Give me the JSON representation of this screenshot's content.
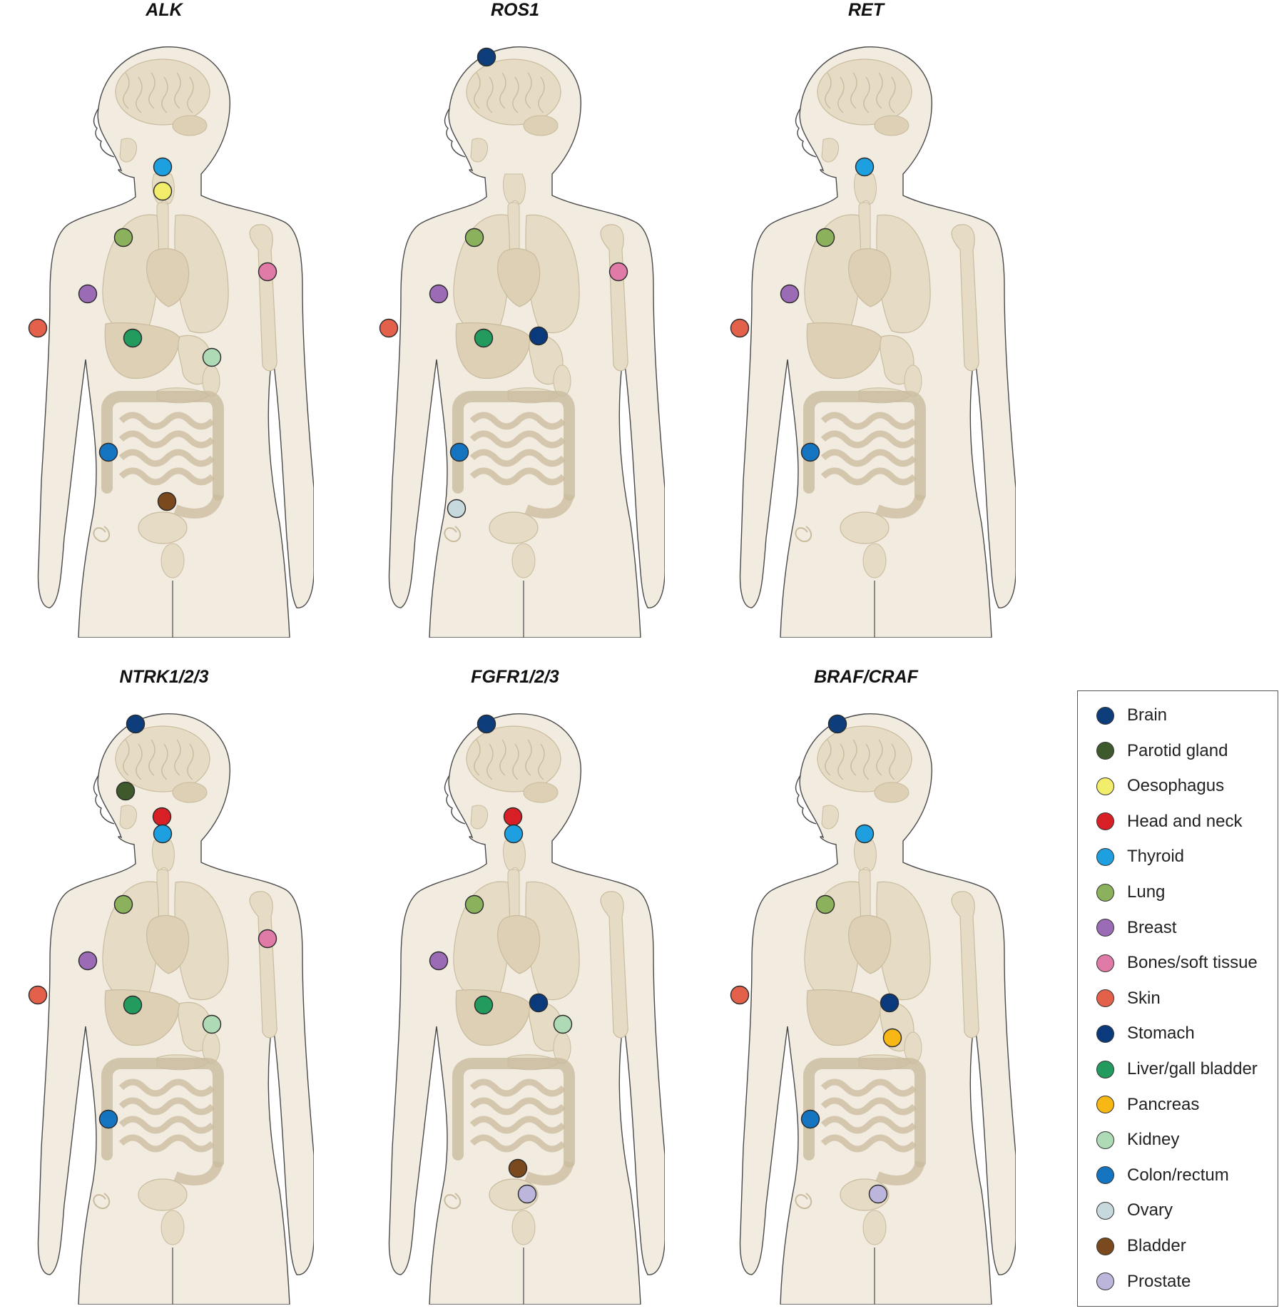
{
  "categories": [
    {
      "key": "brain",
      "label": "Brain",
      "color": "#0d3d7a"
    },
    {
      "key": "parotid",
      "label": "Parotid gland",
      "color": "#3e5a2c"
    },
    {
      "key": "oesophagus",
      "label": "Oesophagus",
      "color": "#f2ee6b"
    },
    {
      "key": "headneck",
      "label": "Head and neck",
      "color": "#d91f26"
    },
    {
      "key": "thyroid",
      "label": "Thyroid",
      "color": "#1e9fe0"
    },
    {
      "key": "lung",
      "label": "Lung",
      "color": "#8bb15c"
    },
    {
      "key": "breast",
      "label": "Breast",
      "color": "#9b6bb6"
    },
    {
      "key": "bones",
      "label": "Bones/soft tissue",
      "color": "#e07aa6"
    },
    {
      "key": "skin",
      "label": "Skin",
      "color": "#e3614a"
    },
    {
      "key": "stomach",
      "label": "Stomach",
      "color": "#0b3a7c"
    },
    {
      "key": "liver",
      "label": "Liver/gall bladder",
      "color": "#239a5e"
    },
    {
      "key": "pancreas",
      "label": "Pancreas",
      "color": "#f7b715"
    },
    {
      "key": "kidney",
      "label": "Kidney",
      "color": "#aedbb6"
    },
    {
      "key": "colon",
      "label": "Colon/rectum",
      "color": "#1574c0"
    },
    {
      "key": "ovary",
      "label": "Ovary",
      "color": "#c8d9de"
    },
    {
      "key": "bladder",
      "label": "Bladder",
      "color": "#7a4a1e"
    },
    {
      "key": "prostate",
      "label": "Prostate",
      "color": "#bcb5dc"
    }
  ],
  "panels": [
    {
      "title": "ALK",
      "sites": [
        "thyroid",
        "oesophagus",
        "lung",
        "bones",
        "breast",
        "skin",
        "liver",
        "kidney",
        "colon",
        "bladder"
      ]
    },
    {
      "title": "ROS1",
      "sites": [
        "brain",
        "lung",
        "bones",
        "breast",
        "skin",
        "liver",
        "stomach",
        "colon",
        "ovary"
      ]
    },
    {
      "title": "RET",
      "sites": [
        "thyroid",
        "lung",
        "breast",
        "skin",
        "colon"
      ]
    },
    {
      "title": "NTRK1/2/3",
      "sites": [
        "brain",
        "parotid",
        "headneck",
        "thyroid",
        "lung",
        "bones",
        "breast",
        "skin",
        "liver",
        "kidney",
        "colon"
      ]
    },
    {
      "title": "FGFR1/2/3",
      "sites": [
        "brain",
        "headneck",
        "thyroid",
        "lung",
        "breast",
        "liver",
        "stomach",
        "kidney",
        "bladder",
        "prostate"
      ]
    },
    {
      "title": "BRAF/CRAF",
      "sites": [
        "brain",
        "thyroid",
        "lung",
        "skin",
        "stomach",
        "pancreas",
        "colon",
        "prostate"
      ]
    }
  ]
}
